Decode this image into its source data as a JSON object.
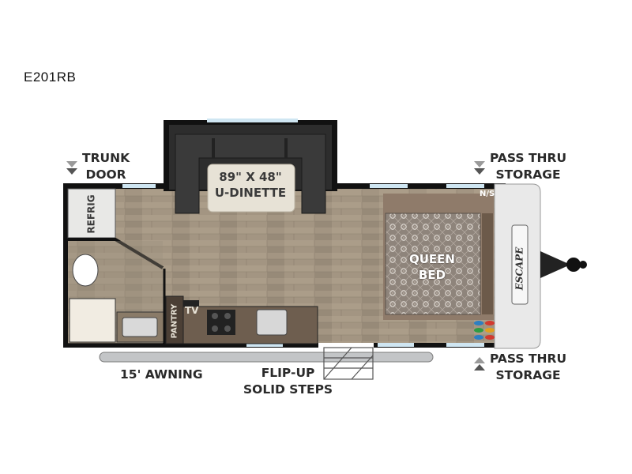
{
  "model": "E201RB",
  "labels": {
    "trunk_door": [
      "TRUNK",
      "DOOR"
    ],
    "pass_thru_top": [
      "PASS THRU",
      "STORAGE"
    ],
    "pass_thru_bottom": [
      "PASS THRU",
      "STORAGE"
    ],
    "awning": "15' AWNING",
    "steps": [
      "FLIP-UP",
      "SOLID STEPS"
    ],
    "dinette": [
      "89\" X 48\"",
      "U-DINETTE"
    ],
    "bed": [
      "QUEEN",
      "BED"
    ],
    "refrig": "REFRIG",
    "pantry": "PANTRY",
    "tv": "TV",
    "ns": "N/S",
    "brand": "ESCAPE"
  },
  "colors": {
    "floor": "#a0907c",
    "wall": "#111111",
    "window": "#cfe6f2",
    "awning": "#bfc1c3",
    "bed": "#9a8f86",
    "front_cap": "#e9e9e9"
  }
}
